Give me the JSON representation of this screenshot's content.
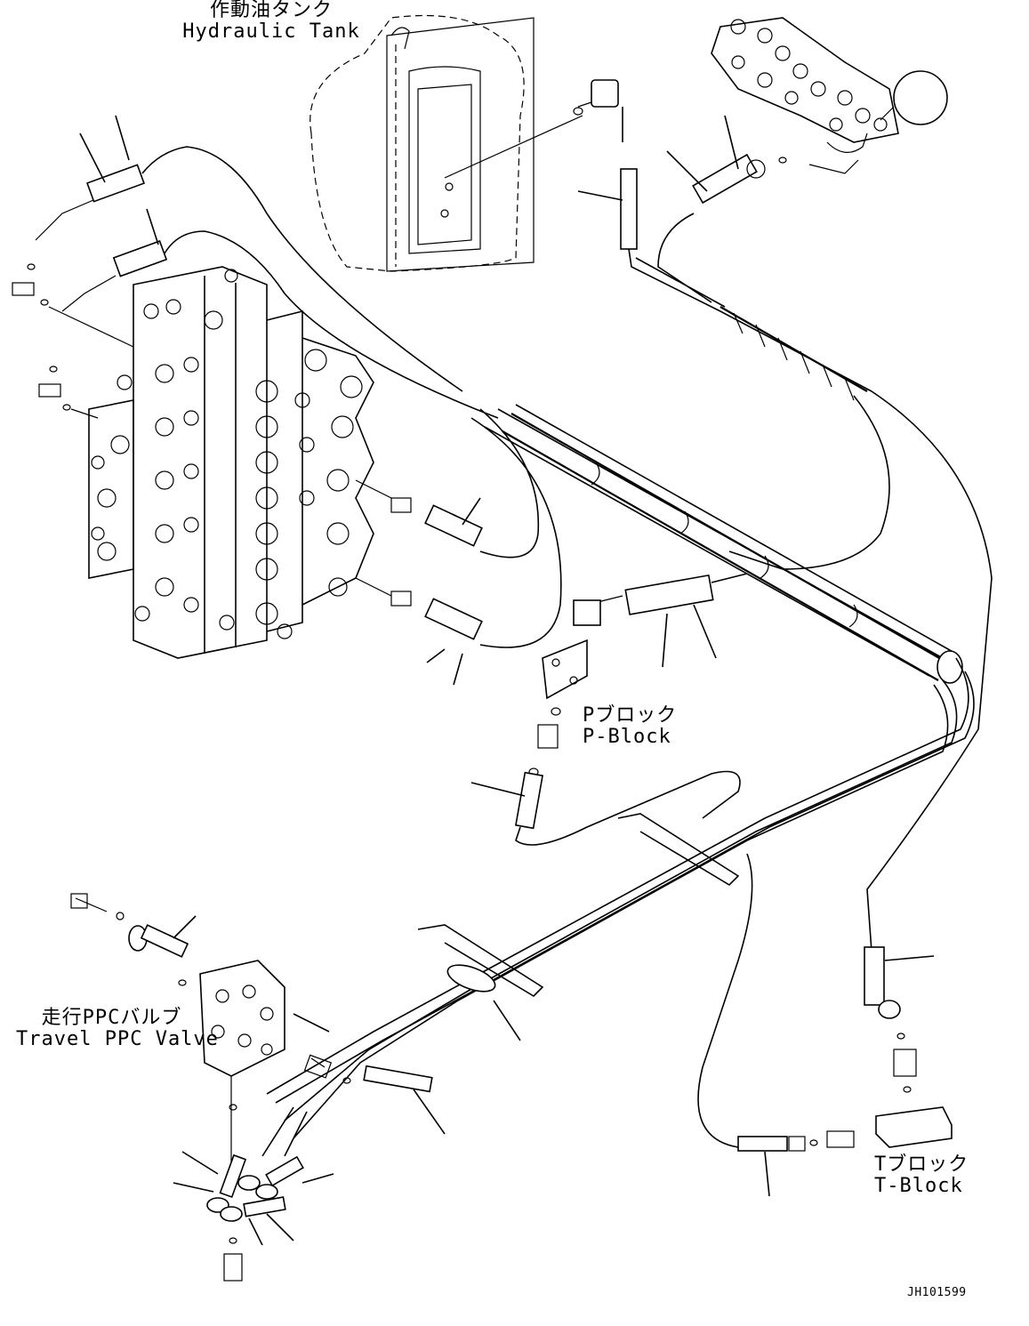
{
  "labels": {
    "hydraulic_tank": {
      "jp": "作動油タンク",
      "en": "Hydraulic Tank"
    },
    "p_block": {
      "jp": "Pブロック",
      "en": "P-Block"
    },
    "travel_ppc_valve": {
      "jp": "走行PPCバルブ",
      "en": "Travel PPC Valve"
    },
    "t_block": {
      "jp": "Tブロック",
      "en": "T-Block"
    }
  },
  "drawing_code": "JH101599"
}
